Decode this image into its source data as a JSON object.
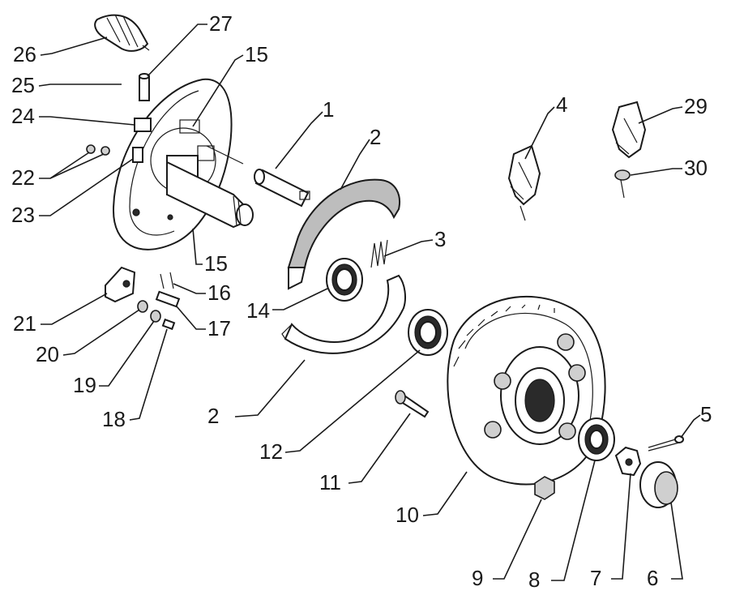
{
  "callouts": [
    {
      "id": "c1",
      "number": "1"
    },
    {
      "id": "c2a",
      "number": "2"
    },
    {
      "id": "c2b",
      "number": "2"
    },
    {
      "id": "c3",
      "number": "3"
    },
    {
      "id": "c4",
      "number": "4"
    },
    {
      "id": "c5",
      "number": "5"
    },
    {
      "id": "c6",
      "number": "6"
    },
    {
      "id": "c7",
      "number": "7"
    },
    {
      "id": "c8",
      "number": "8"
    },
    {
      "id": "c9",
      "number": "9"
    },
    {
      "id": "c10",
      "number": "10"
    },
    {
      "id": "c11",
      "number": "11"
    },
    {
      "id": "c12",
      "number": "12"
    },
    {
      "id": "c14",
      "number": "14"
    },
    {
      "id": "c15a",
      "number": "15"
    },
    {
      "id": "c15b",
      "number": "15"
    },
    {
      "id": "c16",
      "number": "16"
    },
    {
      "id": "c17",
      "number": "17"
    },
    {
      "id": "c18",
      "number": "18"
    },
    {
      "id": "c19",
      "number": "19"
    },
    {
      "id": "c20",
      "number": "20"
    },
    {
      "id": "c21",
      "number": "21"
    },
    {
      "id": "c22",
      "number": "22"
    },
    {
      "id": "c23",
      "number": "23"
    },
    {
      "id": "c24",
      "number": "24"
    },
    {
      "id": "c25",
      "number": "25"
    },
    {
      "id": "c26",
      "number": "26"
    },
    {
      "id": "c27",
      "number": "27"
    },
    {
      "id": "c29",
      "number": "29"
    },
    {
      "id": "c30",
      "number": "30"
    }
  ]
}
